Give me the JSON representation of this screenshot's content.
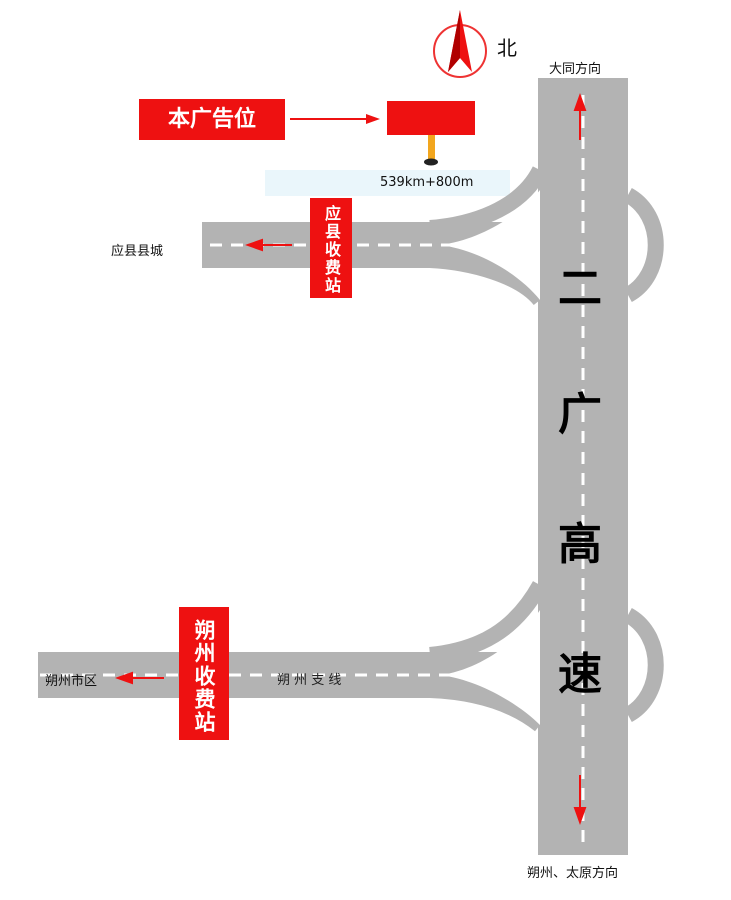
{
  "compass": {
    "north_label": "北"
  },
  "ad": {
    "callout_label": "本广告位",
    "kilometer_marker": "539km+800m"
  },
  "highway": {
    "name_chars": [
      "二",
      "广",
      "高",
      "速"
    ]
  },
  "directions": {
    "north": "大同方向",
    "south": "朔州、太原方向",
    "yingxian_town": "应县县城",
    "shuozhou_city": "朔州市区"
  },
  "spur": {
    "name": "朔 州 支 线"
  },
  "toll_stations": {
    "yingxian": "应县收费站",
    "shuozhou": "朔州收费站"
  },
  "colors": {
    "road": "#b3b3b3",
    "accent_red": "#ee1111",
    "highlight_band": "#eaf6fb"
  }
}
